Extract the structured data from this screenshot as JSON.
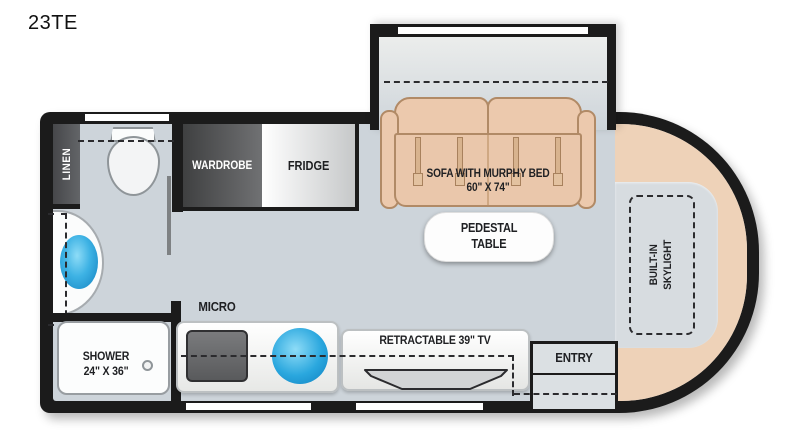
{
  "model": "23TE",
  "colors": {
    "wall": "#1b1b1b",
    "floor": "#cdd4da",
    "slide_floor": "#e8eae9",
    "cab": "#eed2b8",
    "sofa": "#ecc9ad",
    "sink_blue": "#2aa7de",
    "dark_cabinet": "#555658",
    "fixture_white": "#fcfdfd"
  },
  "bathroom": {
    "linen": "LINEN",
    "shower": {
      "line1": "SHOWER",
      "line2": "24\" X 36\""
    }
  },
  "storage": {
    "wardrobe": "WARDROBE",
    "fridge": "FRIDGE"
  },
  "kitchen": {
    "micro": "MICRO"
  },
  "living": {
    "sofa": {
      "line1": "SOFA WITH MURPHY BED",
      "line2": "60\" X 74\""
    },
    "table": {
      "line1": "PEDESTAL",
      "line2": "TABLE"
    },
    "tv": "RETRACTABLE 39\" TV"
  },
  "front": {
    "skylight": {
      "line1": "BUILT-IN",
      "line2": "SKYLIGHT"
    },
    "entry": "ENTRY"
  }
}
